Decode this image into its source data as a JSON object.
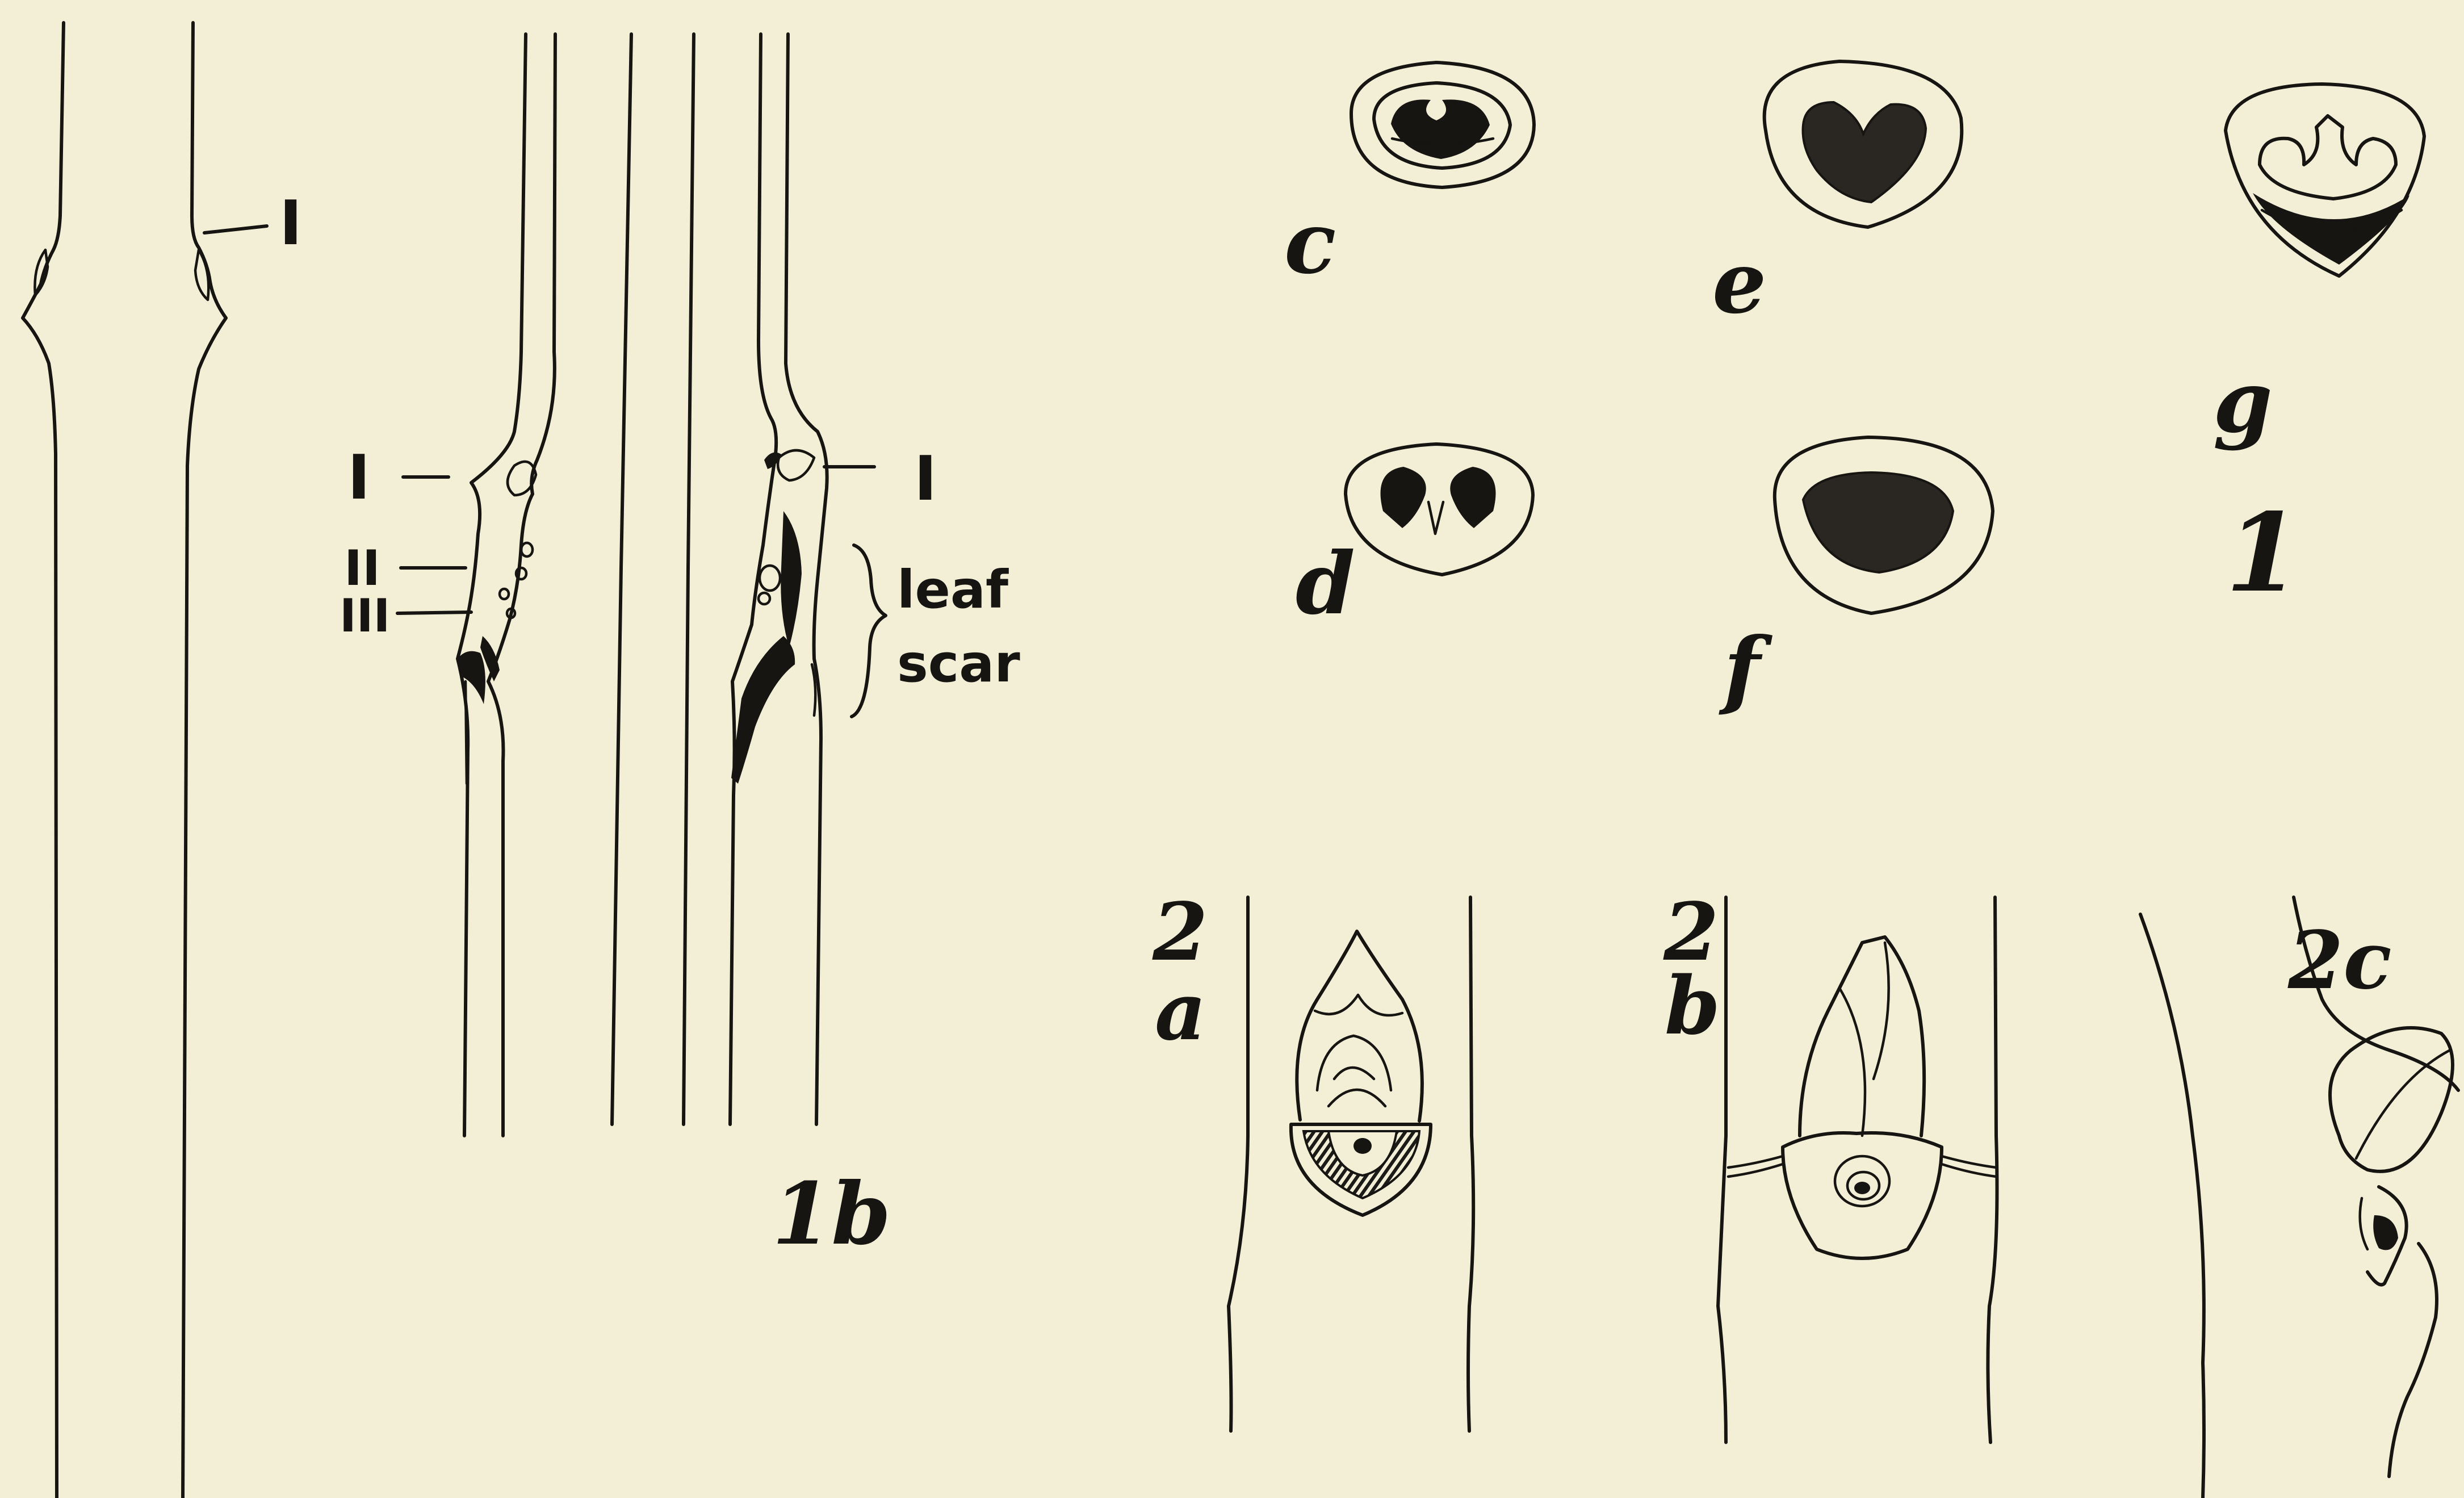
{
  "figure": {
    "labels": {
      "node_I_left": "I",
      "node_I_mid": "I",
      "node_II_mid": "II",
      "node_III_mid": "III",
      "node_I_right": "I",
      "leaf": "leaf",
      "scar": "scar",
      "fig_1b": "1b",
      "sec_c": "c",
      "sec_d": "d",
      "sec_e": "e",
      "sec_f": "f",
      "sec_g": "g",
      "fig_1": "1",
      "fig_2a_num": "2",
      "fig_2a_let": "a",
      "fig_2b_num": "2",
      "fig_2b_let": "b",
      "fig_2c": "2c"
    },
    "colors": {
      "paper": "#f3efd7",
      "ink": "#161512"
    }
  }
}
